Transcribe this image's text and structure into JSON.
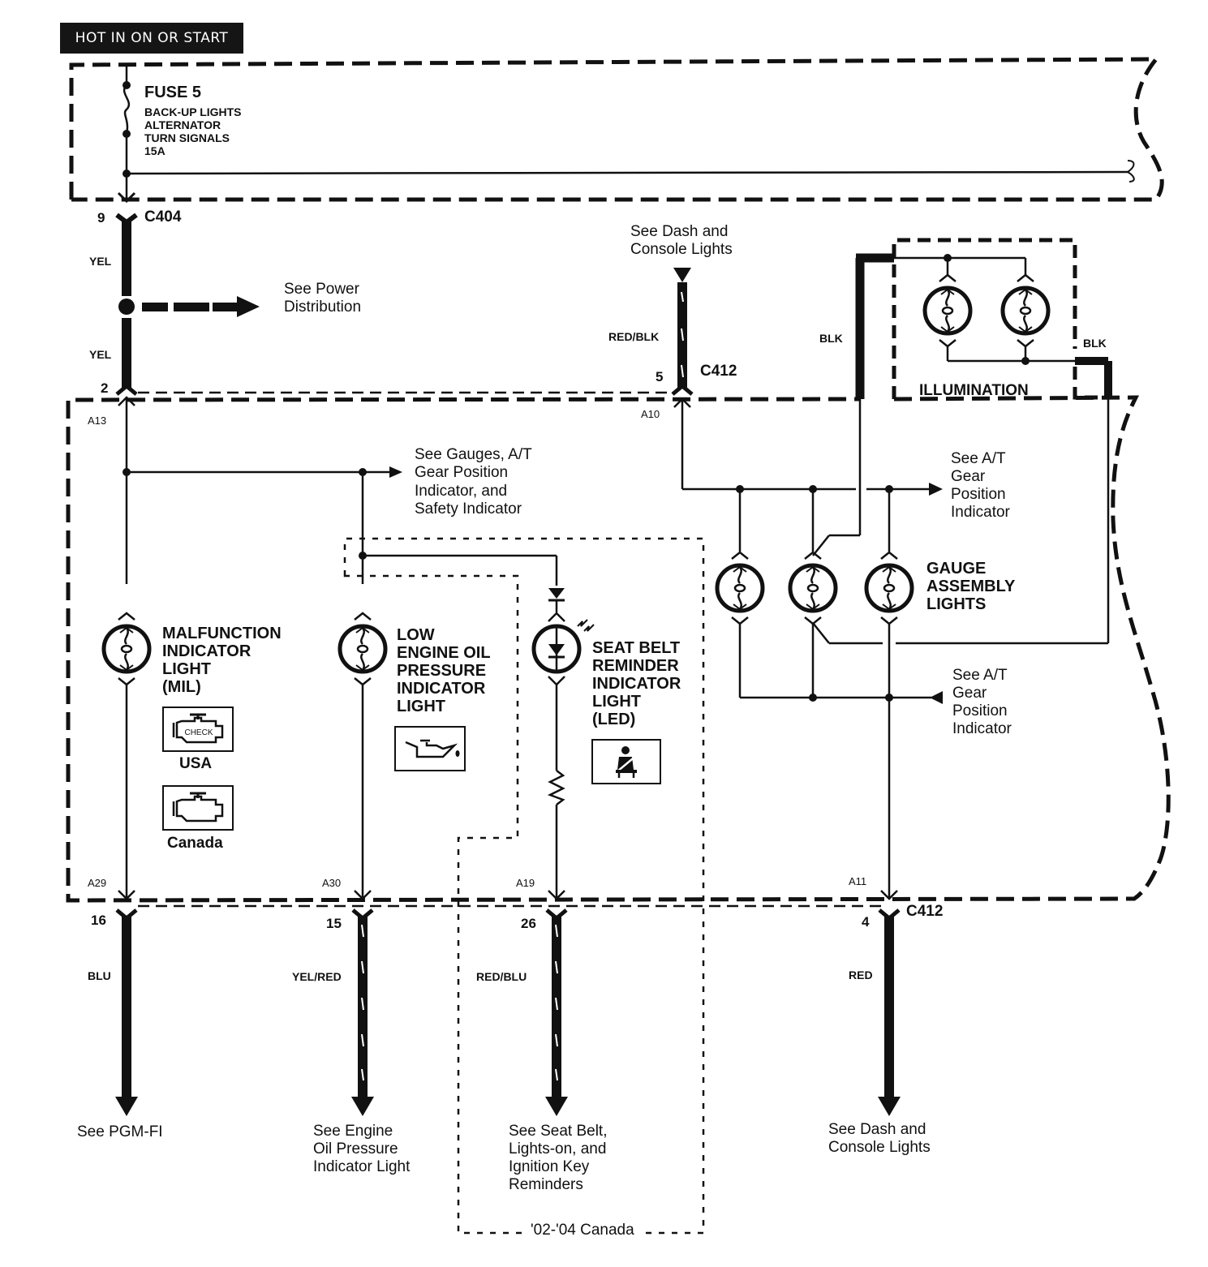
{
  "header": {
    "power_label": "HOT IN ON OR START"
  },
  "fuse": {
    "title": "FUSE 5",
    "circuits": [
      "BACK-UP LIGHTS",
      "ALTERNATOR",
      "TURN SIGNALS"
    ],
    "rating": "15A"
  },
  "connectors": {
    "c404": {
      "name": "C404",
      "pin": "9"
    },
    "c412_top": {
      "name": "C412",
      "pin": "5"
    },
    "c412_bottom": {
      "name": "C412",
      "pin": "4"
    },
    "yel_pin": "2"
  },
  "wires": {
    "yel_upper": "YEL",
    "yel_lower": "YEL",
    "red_blk": "RED/BLK",
    "blk_left": "BLK",
    "blk_right": "BLK",
    "blu": "BLU",
    "yel_red": "YEL/RED",
    "red_blu": "RED/BLU",
    "red": "RED"
  },
  "gauge_pins": {
    "a13": "A13",
    "a10": "A10",
    "a29": "A29",
    "a30": "A30",
    "a19": "A19",
    "a11": "A11"
  },
  "bottom_pins": {
    "p16": "16",
    "p15": "15",
    "p26": "26",
    "p4": "4"
  },
  "references": {
    "power_distribution": [
      "See Power",
      "Distribution"
    ],
    "dash_console_top": [
      "See Dash and",
      "Console Lights"
    ],
    "gauges_at": [
      "See Gauges, A/T",
      "Gear Position",
      "Indicator, and",
      "Safety Indicator"
    ],
    "at_gear_upper": [
      "See A/T",
      "Gear",
      "Position",
      "Indicator"
    ],
    "at_gear_lower": [
      "See A/T",
      "Gear",
      "Position",
      "Indicator"
    ],
    "pgm_fi": [
      "See PGM-FI"
    ],
    "engine_oil": [
      "See Engine",
      "Oil Pressure",
      "Indicator Light"
    ],
    "seat_belt": [
      "See Seat Belt,",
      "Lights-on, and",
      "Ignition Key",
      "Reminders"
    ],
    "dash_console_bottom": [
      "See Dash and",
      "Console Lights"
    ]
  },
  "components": {
    "mil": {
      "label": [
        "MALFUNCTION",
        "INDICATOR",
        "LIGHT",
        "(MIL)"
      ],
      "icon_text": "CHECK",
      "variant_usa": "USA",
      "variant_canada": "Canada"
    },
    "oil": {
      "label": [
        "LOW",
        "ENGINE OIL",
        "PRESSURE",
        "INDICATOR",
        "LIGHT"
      ]
    },
    "seatbelt": {
      "label": [
        "SEAT BELT",
        "REMINDER",
        "INDICATOR",
        "LIGHT",
        "(LED)"
      ]
    },
    "gauge_lights": {
      "label": [
        "GAUGE",
        "ASSEMBLY",
        "LIGHTS"
      ]
    },
    "illumination": {
      "label": "ILLUMINATION"
    }
  },
  "regions": {
    "canada_box": "'02-'04 Canada"
  }
}
